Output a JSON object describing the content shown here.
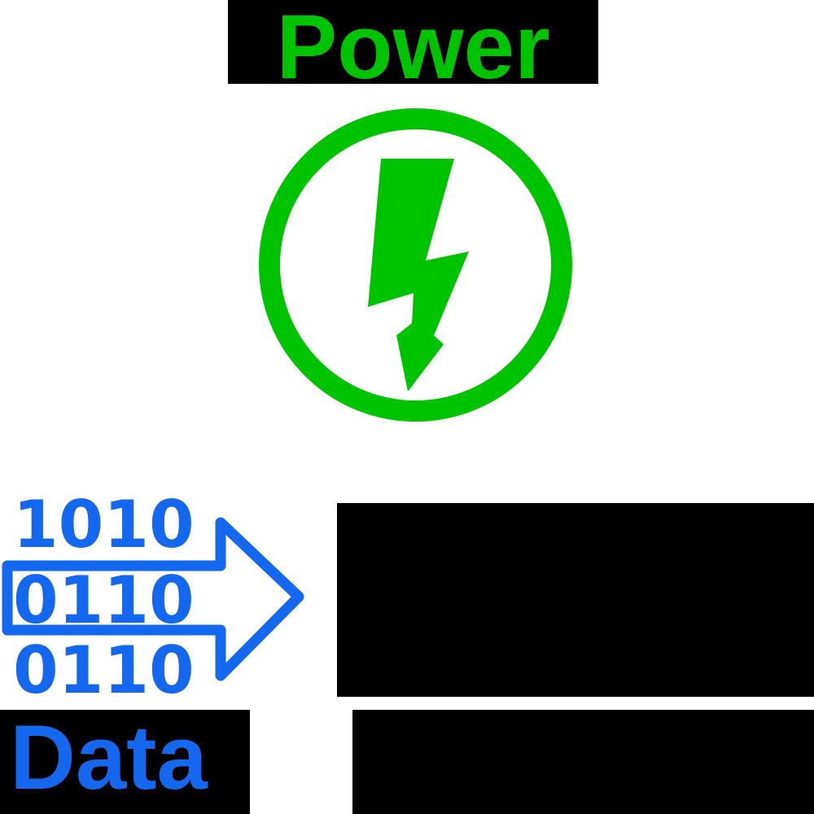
{
  "colors": {
    "background": "#ffffff",
    "power_green": "#00c300",
    "data_blue": "#1567ee",
    "box_black": "#000000"
  },
  "power_section": {
    "label": "Power",
    "icon_name": "lightning-bolt-in-circle-icon"
  },
  "data_section": {
    "label": "Data",
    "icon_name": "binary-stream-arrow-icon",
    "binary_rows": [
      "1010",
      "0110",
      "0110"
    ]
  }
}
